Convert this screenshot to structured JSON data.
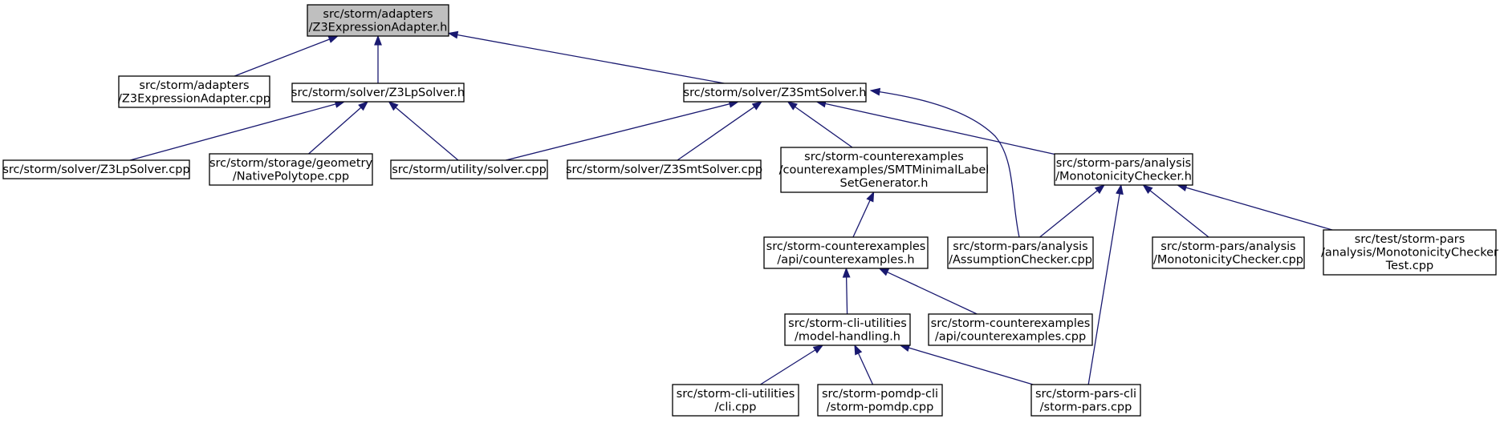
{
  "nodes": [
    {
      "id": "root",
      "lines": [
        "src/storm/adapters",
        "/Z3ExpressionAdapter.h"
      ],
      "highlight": true
    },
    {
      "id": "adapter_cpp",
      "lines": [
        "src/storm/adapters",
        "/Z3ExpressionAdapter.cpp"
      ]
    },
    {
      "id": "lpsolver_h",
      "lines": [
        "src/storm/solver/Z3LpSolver.h"
      ]
    },
    {
      "id": "smtsolver_h",
      "lines": [
        "src/storm/solver/Z3SmtSolver.h"
      ]
    },
    {
      "id": "lpsolver_cpp",
      "lines": [
        "src/storm/solver/Z3LpSolver.cpp"
      ]
    },
    {
      "id": "polytope_cpp",
      "lines": [
        "src/storm/storage/geometry",
        "/NativePolytope.cpp"
      ]
    },
    {
      "id": "utility_solver_cpp",
      "lines": [
        "src/storm/utility/solver.cpp"
      ]
    },
    {
      "id": "smtsolver_cpp",
      "lines": [
        "src/storm/solver/Z3SmtSolver.cpp"
      ]
    },
    {
      "id": "smt_label_gen_h",
      "lines": [
        "src/storm-counterexamples",
        "/counterexamples/SMTMinimalLabel",
        "SetGenerator.h"
      ]
    },
    {
      "id": "monotonicity_h",
      "lines": [
        "src/storm-pars/analysis",
        "/MonotonicityChecker.h"
      ]
    },
    {
      "id": "api_cex_h",
      "lines": [
        "src/storm-counterexamples",
        "/api/counterexamples.h"
      ]
    },
    {
      "id": "assumption_cpp",
      "lines": [
        "src/storm-pars/analysis",
        "/AssumptionChecker.cpp"
      ]
    },
    {
      "id": "monotonicity_cpp",
      "lines": [
        "src/storm-pars/analysis",
        "/MonotonicityChecker.cpp"
      ]
    },
    {
      "id": "monotonicity_test_cpp",
      "lines": [
        "src/test/storm-pars",
        "/analysis/MonotonicityChecker",
        "Test.cpp"
      ]
    },
    {
      "id": "model_handling_h",
      "lines": [
        "src/storm-cli-utilities",
        "/model-handling.h"
      ]
    },
    {
      "id": "api_cex_cpp",
      "lines": [
        "src/storm-counterexamples",
        "/api/counterexamples.cpp"
      ]
    },
    {
      "id": "cli_cpp",
      "lines": [
        "src/storm-cli-utilities",
        "/cli.cpp"
      ]
    },
    {
      "id": "pomdp_cpp",
      "lines": [
        "src/storm-pomdp-cli",
        "/storm-pomdp.cpp"
      ]
    },
    {
      "id": "pars_cpp",
      "lines": [
        "src/storm-pars-cli",
        "/storm-pars.cpp"
      ]
    }
  ],
  "edges": [
    {
      "from": "adapter_cpp",
      "to": "root"
    },
    {
      "from": "lpsolver_h",
      "to": "root"
    },
    {
      "from": "smtsolver_h",
      "to": "root"
    },
    {
      "from": "lpsolver_cpp",
      "to": "lpsolver_h"
    },
    {
      "from": "polytope_cpp",
      "to": "lpsolver_h"
    },
    {
      "from": "utility_solver_cpp",
      "to": "lpsolver_h"
    },
    {
      "from": "utility_solver_cpp",
      "to": "smtsolver_h"
    },
    {
      "from": "smtsolver_cpp",
      "to": "smtsolver_h"
    },
    {
      "from": "smt_label_gen_h",
      "to": "smtsolver_h"
    },
    {
      "from": "monotonicity_h",
      "to": "smtsolver_h"
    },
    {
      "from": "assumption_cpp",
      "to": "smtsolver_h"
    },
    {
      "from": "api_cex_h",
      "to": "smt_label_gen_h"
    },
    {
      "from": "assumption_cpp",
      "to": "monotonicity_h"
    },
    {
      "from": "monotonicity_cpp",
      "to": "monotonicity_h"
    },
    {
      "from": "monotonicity_test_cpp",
      "to": "monotonicity_h"
    },
    {
      "from": "pars_cpp",
      "to": "monotonicity_h"
    },
    {
      "from": "model_handling_h",
      "to": "api_cex_h"
    },
    {
      "from": "api_cex_cpp",
      "to": "api_cex_h"
    },
    {
      "from": "cli_cpp",
      "to": "model_handling_h"
    },
    {
      "from": "pomdp_cpp",
      "to": "model_handling_h"
    },
    {
      "from": "pars_cpp",
      "to": "model_handling_h"
    }
  ]
}
